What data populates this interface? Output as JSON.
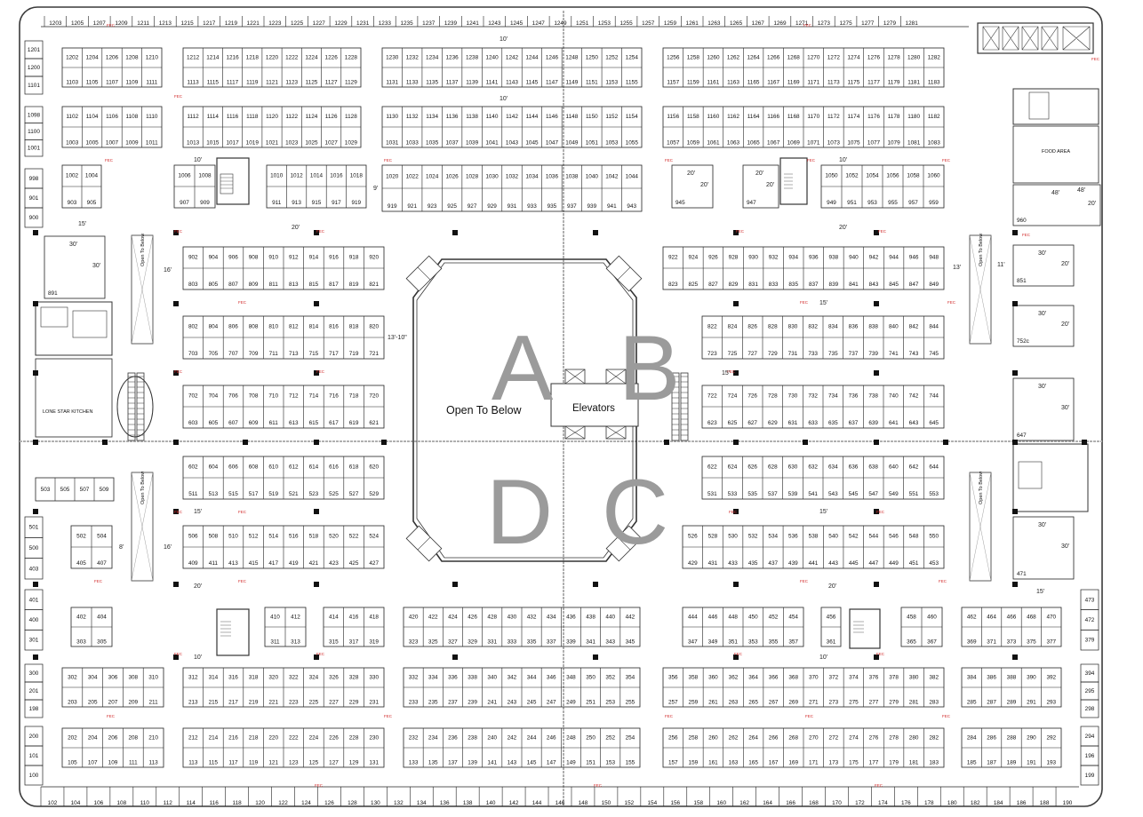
{
  "plan": {
    "quadrants": [
      "A",
      "B",
      "D",
      "C"
    ],
    "labels": {
      "open_to_below": "Open To Below",
      "elevators": "Elevators",
      "food_area": "FOOD AREA",
      "lone_star_kitchen": "LONE STAR KITCHEN",
      "open_to_below_vertical": "Open To Below",
      "fec": "FEC"
    },
    "dimensions": [
      "10'",
      "15'",
      "20'",
      "30'",
      "48'",
      "13'",
      "11'",
      "16'",
      "9'",
      "8'",
      "13'-10\""
    ],
    "colors": {
      "wall": "#3a3a3a",
      "booth_line": "#222222",
      "quadrant_letter": "#9b9b9b",
      "center_line": "#b0b0b0",
      "fec_marker": "#d12a2a"
    }
  }
}
